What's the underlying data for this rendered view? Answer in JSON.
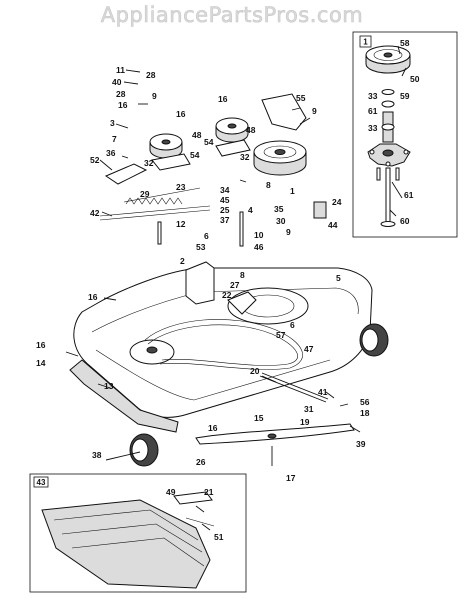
{
  "watermark": "AppliancePartsPros.com",
  "colors": {
    "ink": "#111111",
    "paper": "#ffffff",
    "watermark": "#d9d9d9",
    "shade": "#dcdcdc"
  },
  "inset_boxes": {
    "spindle_box_label": "1",
    "deflector_box_label": "43"
  },
  "callouts": {
    "c11": "11",
    "c28a": "28",
    "c40": "40",
    "c28b": "28",
    "c9a": "9",
    "c16a": "16",
    "c3": "3",
    "c16b": "16",
    "c48a": "48",
    "c7": "7",
    "c36": "36",
    "c52": "52",
    "c32a": "32",
    "c54a": "54",
    "c29": "29",
    "c23": "23",
    "c42": "42",
    "c12": "12",
    "c16c": "16",
    "c48b": "48",
    "c54b": "54",
    "c32b": "32",
    "c55": "55",
    "c9b": "9",
    "c8": "8",
    "c1": "1",
    "c34": "34",
    "c45": "45",
    "c25": "25",
    "c4": "4",
    "c37": "37",
    "c35": "35",
    "c30": "30",
    "c24": "24",
    "c9c": "9",
    "c44": "44",
    "c6a": "6",
    "c53": "53",
    "c10": "10",
    "c46": "46",
    "c2": "2",
    "c8b": "8",
    "c27": "27",
    "c22": "22",
    "c5": "5",
    "c16d": "16",
    "c57": "57",
    "c6b": "6",
    "c47": "47",
    "c16e": "16",
    "c14": "14",
    "c13": "13",
    "c20": "20",
    "c41": "41",
    "c31": "31",
    "c56": "56",
    "c18": "18",
    "c19": "19",
    "c15": "15",
    "c16f": "16",
    "c39": "39",
    "c17": "17",
    "c38": "38",
    "c26": "26",
    "c49": "49",
    "c21": "21",
    "c51": "51",
    "c58": "58",
    "c50": "50",
    "c59": "59",
    "c33a": "33",
    "c61a": "61",
    "c33b": "33",
    "c61b": "61",
    "c60": "60"
  }
}
